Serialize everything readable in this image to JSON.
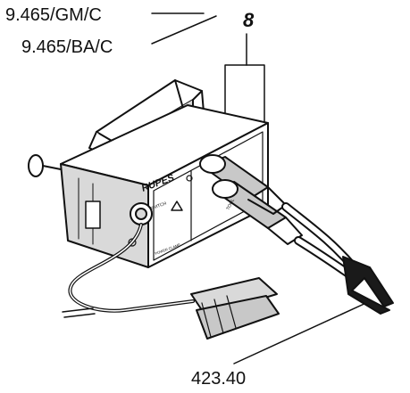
{
  "callouts": {
    "part_gm": "9.465/GM/C",
    "part_ba": "9.465/BA/C",
    "ref_number": "8",
    "cable_part": "423.40"
  },
  "device": {
    "brand": "RUPES",
    "label_left": "SWITCH",
    "label_right": "TOOL",
    "label_small": "POWER CLAMP"
  },
  "colors": {
    "line": "#111111",
    "body_fill": "#ffffff",
    "body_shade": "#d9d9d9",
    "cable_shade": "#c8c8c8",
    "clamp_dark": "#1a1a1a"
  }
}
